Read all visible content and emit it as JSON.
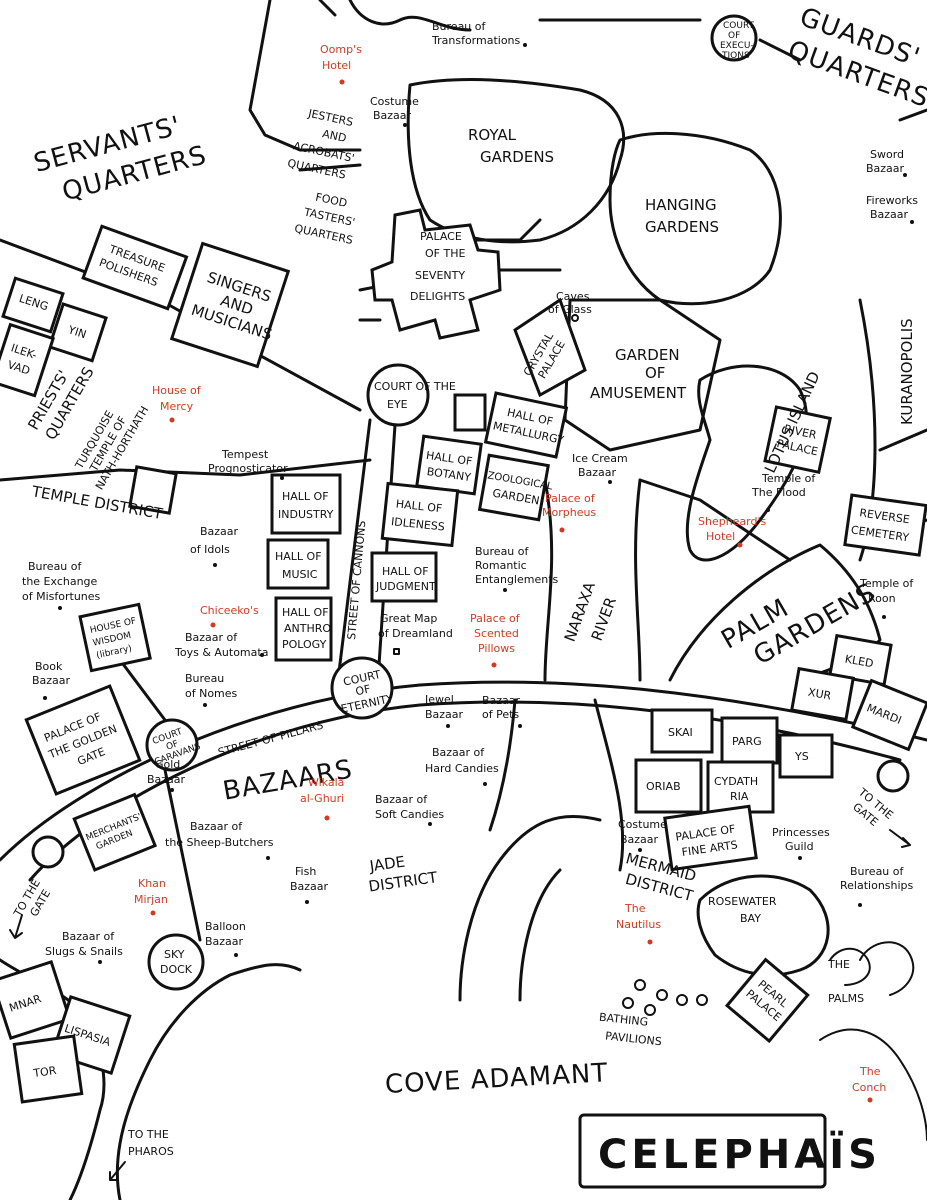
{
  "title": "CELEPHAÏS",
  "colors": {
    "ink": "#111111",
    "highlight": "#d23a22",
    "paper": "#ffffff"
  },
  "districts": {
    "servants_quarters": [
      "SERVANTS'",
      "QUARTERS"
    ],
    "guards_quarters": [
      "GUARDS'",
      "QUARTERS"
    ],
    "priests_quarters": [
      "PRIESTS'",
      "QUARTERS"
    ],
    "temple_district": "TEMPLE DISTRICT",
    "bazaars": "BAZAARS",
    "jade_district": [
      "JADE",
      "DISTRICT"
    ],
    "mermaid_district": [
      "MERMAID",
      "DISTRICT"
    ],
    "kuranopolis": "KURANOPOLIS",
    "cove_adamant": "COVE ADAMANT",
    "naraxa_river": [
      "NARAXA",
      "RIVER"
    ],
    "lotus_island": "LOTUS ISLAND",
    "palm_gardens": [
      "PALM",
      "GARDENS"
    ],
    "rosewater_bay": [
      "ROSEWATER",
      "BAY"
    ],
    "the_palms": [
      "THE",
      "PALMS"
    ]
  },
  "buildings": {
    "royal_gardens": [
      "ROYAL",
      "GARDENS"
    ],
    "hanging_gardens": [
      "HANGING",
      "GARDENS"
    ],
    "palace_seventy_delights": [
      "PALACE",
      "OF THE",
      "SEVENTY",
      "DELIGHTS"
    ],
    "crystal_palace": [
      "CRYSTAL",
      "PALACE"
    ],
    "garden_of_amusement": [
      "GARDEN",
      "OF",
      "AMUSEMENT"
    ],
    "court_of_the_eye": [
      "COURT OF THE",
      "EYE"
    ],
    "court_of_executions": [
      "COURT",
      "OF",
      "EXECU-",
      "TIONS"
    ],
    "court_of_eternity": [
      "COURT",
      "OF",
      "ETERNITY"
    ],
    "court_of_caravans": [
      "COURT",
      "OF",
      "CARAVANS"
    ],
    "sky_dock": [
      "SKY",
      "DOCK"
    ],
    "jesters": [
      "JESTERS",
      "AND",
      "ACROBATS'",
      "QUARTERS"
    ],
    "food_tasters": [
      "FOOD",
      "TASTERS'",
      "QUARTERS"
    ],
    "treasure_polishers": [
      "TREASURE",
      "POLISHERS"
    ],
    "singers": [
      "SINGERS",
      "AND",
      "MUSICIANS"
    ],
    "leng": "LENG",
    "yin": "YIN",
    "ilek_vad": [
      "ILEK-",
      "VAD"
    ],
    "turquoise_temple": [
      "TURQUOISE",
      "TEMPLE OF",
      "NATH-HORTHATH"
    ],
    "hall_metallurgy": [
      "HALL OF",
      "METALLURGY"
    ],
    "hall_botany": [
      "HALL OF",
      "BOTANY"
    ],
    "zoological_garden": [
      "ZOOLOGICAL",
      "GARDEN"
    ],
    "hall_industry": [
      "HALL OF",
      "INDUSTRY"
    ],
    "hall_idleness": [
      "HALL OF",
      "IDLENESS"
    ],
    "hall_music": [
      "HALL OF",
      "MUSIC"
    ],
    "hall_judgment": [
      "HALL OF",
      "JUDGMENT"
    ],
    "hall_anthropology": [
      "HALL OF",
      "ANTHRO",
      "POLOGY"
    ],
    "house_of_wisdom": [
      "HOUSE OF",
      "WISDOM",
      "(library)"
    ],
    "palace_golden_gate": [
      "PALACE OF",
      "THE GOLDEN",
      "GATE"
    ],
    "merchants_garden": [
      "MERCHANTS'",
      "GARDEN"
    ],
    "river_palace": [
      "RIVER",
      "PALACE"
    ],
    "reverse_cemetery": [
      "REVERSE",
      "CEMETERY"
    ],
    "kled": "KLED",
    "xur": "XUR",
    "mardi": "MARDI",
    "skai": "SKAI",
    "parg": "PARG",
    "ys": "YS",
    "oriab": "ORIAB",
    "cydathria": [
      "CYDATH",
      "RIA"
    ],
    "palace_fine_arts": [
      "PALACE OF",
      "FINE ARTS"
    ],
    "pearl_palace": [
      "PEARL",
      "PALACE"
    ],
    "mnar": "MNAR",
    "lispasia": "LISPASIA",
    "tor": "TOR",
    "bathing_pavilions": [
      "BATHING",
      "PAVILIONS"
    ]
  },
  "streets": {
    "street_of_cannons": "STREET OF CANNONS",
    "street_of_pillars": "STREET OF PILLARS",
    "to_the_gate_right": [
      "TO THE",
      "GATE"
    ],
    "to_the_gate_left": [
      "TO THE",
      "GATE"
    ],
    "to_the_pharos": [
      "TO THE",
      "PHAROS"
    ]
  },
  "points": {
    "bureau_transformations": [
      "Bureau of",
      "Transformations"
    ],
    "costume_bazaar_top": [
      "Costume",
      "Bazaar"
    ],
    "sword_bazaar": [
      "Sword",
      "Bazaar"
    ],
    "fireworks_bazaar": [
      "Fireworks",
      "Bazaar"
    ],
    "caves_of_glass": [
      "Caves",
      "of Glass"
    ],
    "tempest": [
      "Tempest",
      "Prognosticator"
    ],
    "ice_cream": [
      "Ice Cream",
      "Bazaar"
    ],
    "temple_flood": [
      "Temple of",
      "The Flood"
    ],
    "bazaar_idols": [
      "Bazaar",
      "of Idols"
    ],
    "bureau_exchange": [
      "Bureau of",
      "the Exchange",
      "of Misfortunes"
    ],
    "bureau_romantic": [
      "Bureau of",
      "Romantic",
      "Entanglements"
    ],
    "temple_roon": [
      "Temple of",
      "Roon"
    ],
    "great_map": [
      "Great Map",
      "of Dreamland"
    ],
    "bazaar_toys": [
      "Bazaar of",
      "Toys & Automata"
    ],
    "bureau_nomes": [
      "Bureau",
      "of Nomes"
    ],
    "book_bazaar": [
      "Book",
      "Bazaar"
    ],
    "jewel_bazaar": [
      "Jewel",
      "Bazaar"
    ],
    "bazaar_pets": [
      "Bazaar",
      "of Pets"
    ],
    "bazaar_hard": [
      "Bazaar of",
      "Hard Candies"
    ],
    "gold_bazaar": [
      "Gold",
      "Bazaar"
    ],
    "bazaar_soft": [
      "Bazaar of",
      "Soft Candies"
    ],
    "bazaar_sheep": [
      "Bazaar of",
      "the Sheep-Butchers"
    ],
    "costume_bazaar_low": [
      "Costume",
      "Bazaar"
    ],
    "princesses_guild": [
      "Princesses",
      "Guild"
    ],
    "fish_bazaar": [
      "Fish",
      "Bazaar"
    ],
    "bureau_relationships": [
      "Bureau of",
      "Relationships"
    ],
    "balloon_bazaar": [
      "Balloon",
      "Bazaar"
    ],
    "bazaar_slugs": [
      "Bazaar of",
      "Slugs & Snails"
    ]
  },
  "highlights": {
    "oomps_hotel": [
      "Oomp's",
      "Hotel"
    ],
    "house_of_mercy": [
      "House of",
      "Mercy"
    ],
    "palace_morpheus": [
      "Palace of",
      "Morpheus"
    ],
    "shepheards_hotel": [
      "Shepheard's",
      "Hotel"
    ],
    "chiceekos": "Chiceeko's",
    "palace_scented": [
      "Palace of",
      "Scented",
      "Pillows"
    ],
    "wikala": [
      "Wikala",
      "al-Ghuri"
    ],
    "khan_mirjan": [
      "Khan",
      "Mirjan"
    ],
    "nautilus": [
      "The",
      "Nautilus"
    ],
    "conch": [
      "The",
      "Conch"
    ]
  }
}
